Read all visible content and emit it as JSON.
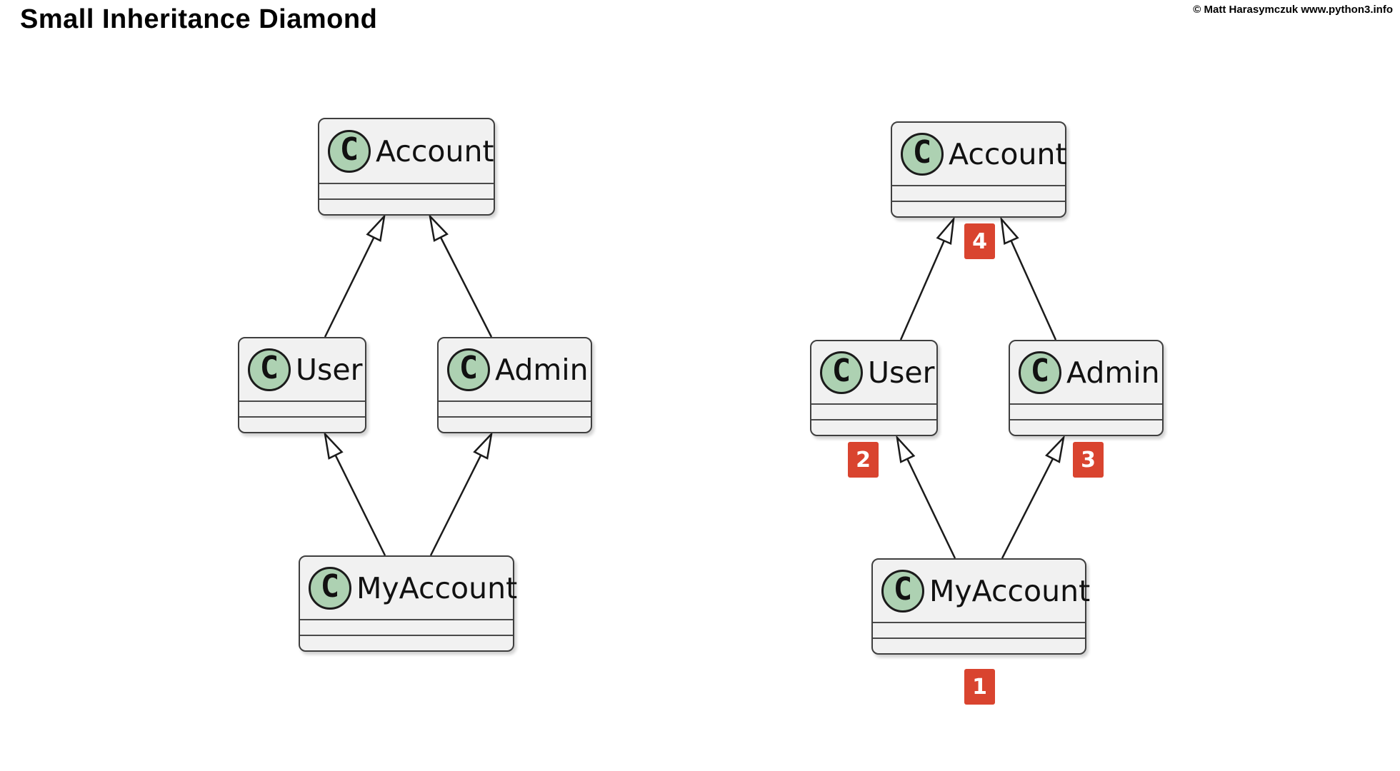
{
  "header": {
    "title": "Small Inheritance Diamond",
    "copyright": "© Matt Harasymczuk www.python3.info"
  },
  "icon_letter": "C",
  "colors": {
    "class_fill": "#f1f1f1",
    "class_border": "#3f3f3f",
    "circle_fill": "#add1b2",
    "edge_stroke": "#1b1b1b",
    "badge_bg": "#d9442f",
    "badge_text": "#ffffff"
  },
  "diagrams": [
    {
      "name": "inheritance-diamond-plain",
      "classes": [
        {
          "name": "Account"
        },
        {
          "name": "User"
        },
        {
          "name": "Admin"
        },
        {
          "name": "MyAccount"
        }
      ],
      "relationships": [
        {
          "from": "User",
          "to": "Account",
          "type": "inheritance"
        },
        {
          "from": "Admin",
          "to": "Account",
          "type": "inheritance"
        },
        {
          "from": "MyAccount",
          "to": "User",
          "type": "inheritance"
        },
        {
          "from": "MyAccount",
          "to": "Admin",
          "type": "inheritance"
        }
      ]
    },
    {
      "name": "inheritance-diamond-mro-order",
      "classes": [
        {
          "name": "Account"
        },
        {
          "name": "User"
        },
        {
          "name": "Admin"
        },
        {
          "name": "MyAccount"
        }
      ],
      "relationships": [
        {
          "from": "User",
          "to": "Account",
          "type": "inheritance"
        },
        {
          "from": "Admin",
          "to": "Account",
          "type": "inheritance"
        },
        {
          "from": "MyAccount",
          "to": "User",
          "type": "inheritance"
        },
        {
          "from": "MyAccount",
          "to": "Admin",
          "type": "inheritance"
        }
      ],
      "badges": [
        {
          "label": "1",
          "class": "MyAccount"
        },
        {
          "label": "2",
          "class": "User"
        },
        {
          "label": "3",
          "class": "Admin"
        },
        {
          "label": "4",
          "class": "Account"
        }
      ]
    }
  ]
}
